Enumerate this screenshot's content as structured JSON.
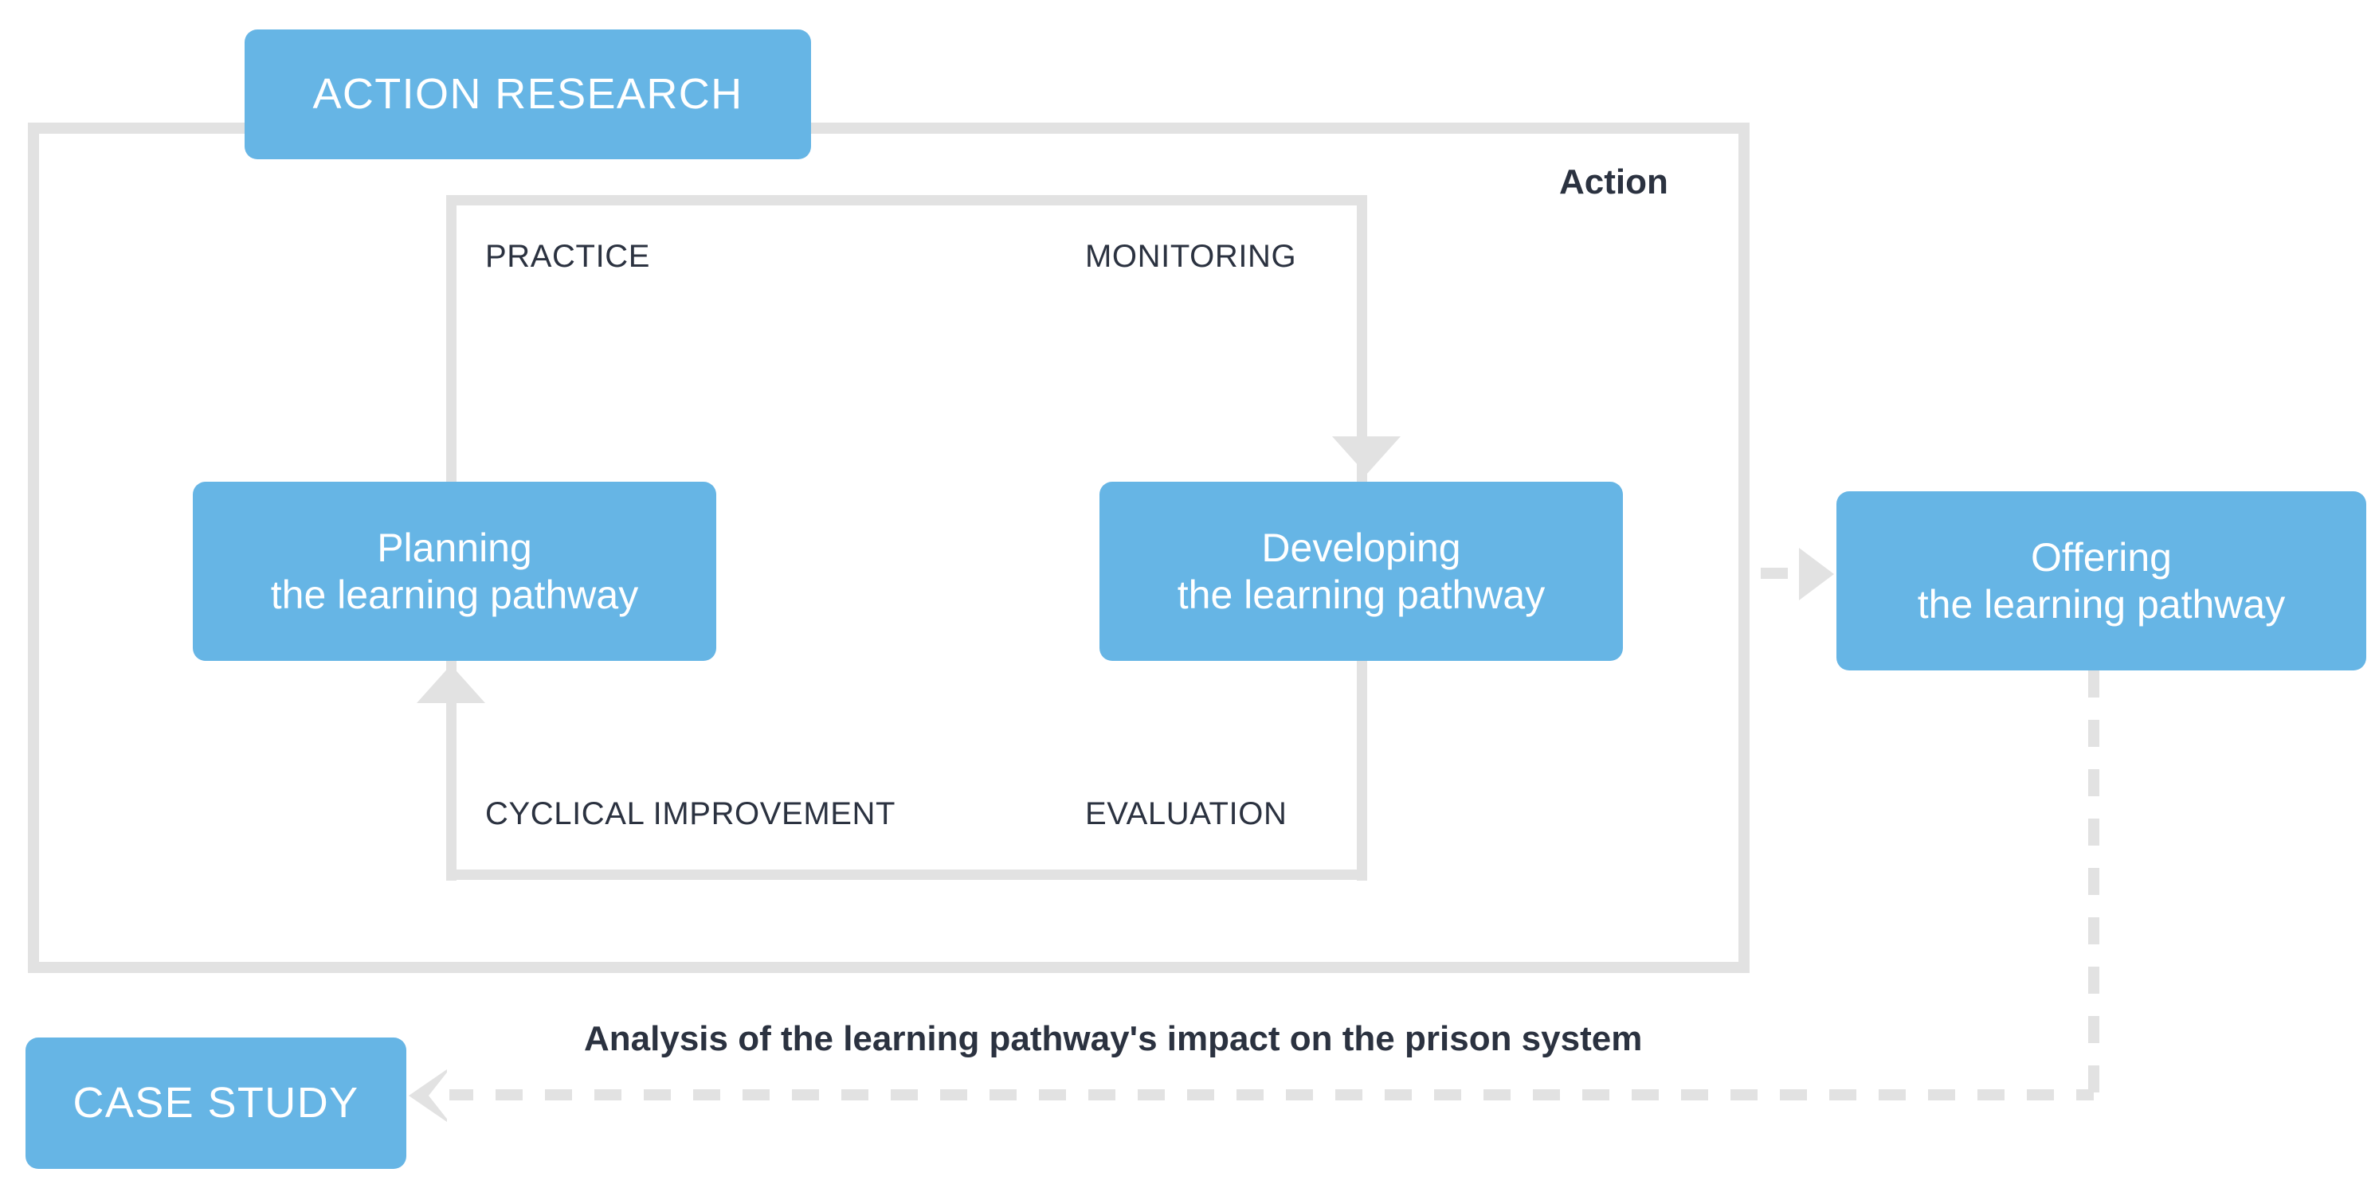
{
  "diagram": {
    "title_pill": "ACTION RESEARCH",
    "case_study_pill": "CASE STUDY",
    "action_label": "Action",
    "analysis_label": "Analysis of the learning pathway's impact on the prison system",
    "cycle_labels": {
      "top_left": "PRACTICE",
      "top_right": "MONITORING",
      "bottom_left": "CYCLICAL IMPROVEMENT",
      "bottom_right": "EVALUATION"
    },
    "stages": [
      {
        "id": "planning",
        "line1": "Planning",
        "line2": "the learning pathway",
        "text": "Planning\nthe learning pathway"
      },
      {
        "id": "developing",
        "line1": "Developing",
        "line2": "the learning pathway",
        "text": "Developing\nthe learning pathway"
      },
      {
        "id": "offering",
        "line1": "Offering",
        "line2": "the learning pathway",
        "text": "Offering\nthe learning pathway"
      }
    ],
    "colors": {
      "pill_blue": "#66b5e5",
      "frame_grey": "#e2e2e2",
      "text_dark": "#2b3240",
      "pill_text": "#ffffff",
      "background": "#ffffff"
    },
    "connectors": [
      {
        "id": "monitoring-to-developing",
        "style": "solid",
        "direction": "down",
        "color": "#e2e2e2"
      },
      {
        "id": "cyclical-to-planning",
        "style": "solid",
        "direction": "up",
        "color": "#e2e2e2"
      },
      {
        "id": "developing-to-offering",
        "style": "dashed",
        "direction": "right",
        "color": "#e2e2e2"
      },
      {
        "id": "offering-to-case-study",
        "style": "dashed",
        "direction": "down-left",
        "color": "#e2e2e2"
      }
    ]
  }
}
